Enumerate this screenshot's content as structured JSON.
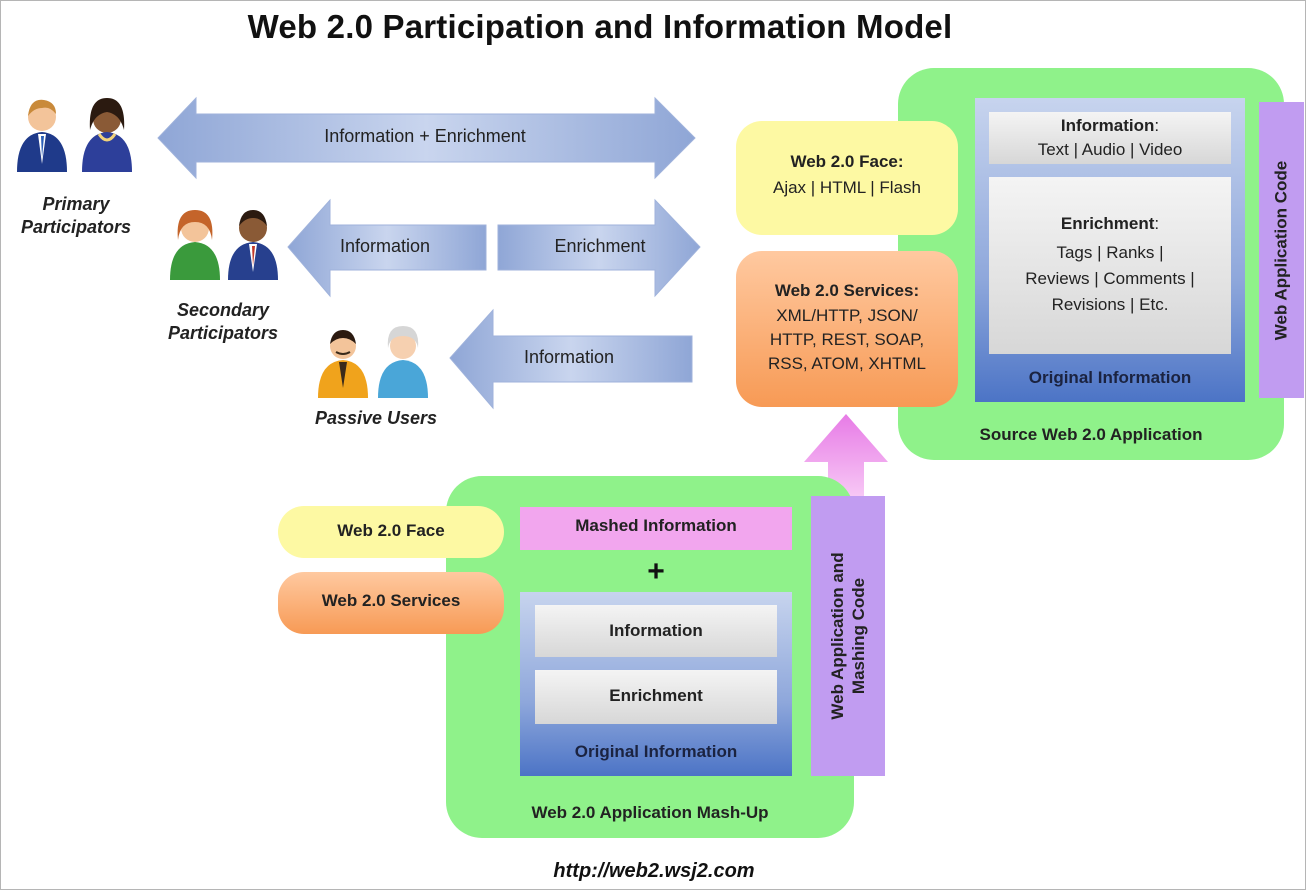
{
  "title": "Web 2.0 Participation and Information Model",
  "users": {
    "primary": "Primary\nParticipators",
    "secondary": "Secondary\nParticipators",
    "passive": "Passive Users"
  },
  "arrows": {
    "info_enrichment": "Information + Enrichment",
    "information": "Information",
    "enrichment": "Enrichment",
    "information_passive": "Information"
  },
  "source_app": {
    "face_title": "Web 2.0 Face:",
    "face_items": "Ajax | HTML | Flash",
    "services_title": "Web 2.0 Services:",
    "services_items": "XML/HTTP, JSON/\nHTTP, REST, SOAP,\nRSS, ATOM, XHTML",
    "information_title": "Information",
    "information_items": "Text | Audio | Video",
    "enrichment_title": "Enrichment",
    "enrichment_items": "Tags | Ranks |\nReviews | Comments |\nRevisions | Etc.",
    "original_information": "Original Information",
    "code_label": "Web Application Code",
    "caption": "Source Web 2.0 Application"
  },
  "mashup": {
    "face": "Web 2.0 Face",
    "services": "Web 2.0 Services",
    "mashed_information": "Mashed Information",
    "plus": "+",
    "information": "Information",
    "enrichment": "Enrichment",
    "original_information": "Original Information",
    "code_label": "Web Application and\nMashing Code",
    "caption": "Web 2.0 Application Mash-Up"
  },
  "footer_url": "http://web2.wsj2.com"
}
